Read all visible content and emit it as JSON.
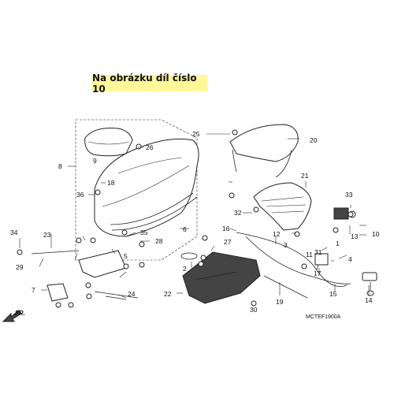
{
  "banner": "Na obrázku díl číslo 10",
  "diagram_code": "MCTEF1900A",
  "front_marker": "FR.",
  "callouts": [
    "1",
    "2",
    "3",
    "4",
    "5",
    "6",
    "7",
    "8",
    "9",
    "10",
    "11",
    "12",
    "13",
    "14",
    "15",
    "16",
    "17",
    "18",
    "19",
    "20",
    "21",
    "22",
    "23",
    "24",
    "25",
    "26",
    "27",
    "28",
    "29",
    "30",
    "31",
    "32",
    "33",
    "34",
    "35",
    "36"
  ]
}
